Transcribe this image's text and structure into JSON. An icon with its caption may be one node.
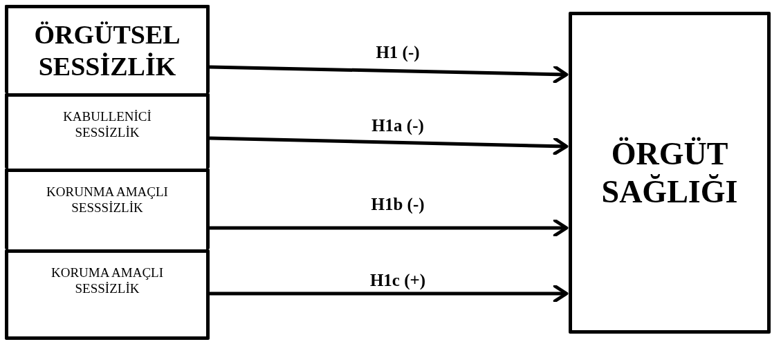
{
  "diagram": {
    "nodes": [
      {
        "text": [
          "ÖRGÜTSEL SESSİZLİK"
        ]
      },
      {
        "text": [
          "KABULLENİCİ SESSİZLİK"
        ]
      },
      {
        "text": [
          "KORUNMA AMAÇLI SESSSİZLİK"
        ]
      },
      {
        "text": [
          "KORUMA AMAÇLI SESSİZLİK"
        ]
      },
      {
        "text": [
          "ÖRGÜT SAĞLIĞI"
        ]
      }
    ],
    "edges": [
      {
        "from": 0,
        "to": 4,
        "arrow": "to",
        "label": "H1 (-)"
      },
      {
        "from": 1,
        "to": 4,
        "arrow": "to",
        "label": "H1a (-)"
      },
      {
        "from": 2,
        "to": 4,
        "arrow": "to",
        "label": "H1b (-)"
      },
      {
        "from": 3,
        "to": 4,
        "arrow": "to",
        "label": "H1c (+)"
      }
    ]
  }
}
